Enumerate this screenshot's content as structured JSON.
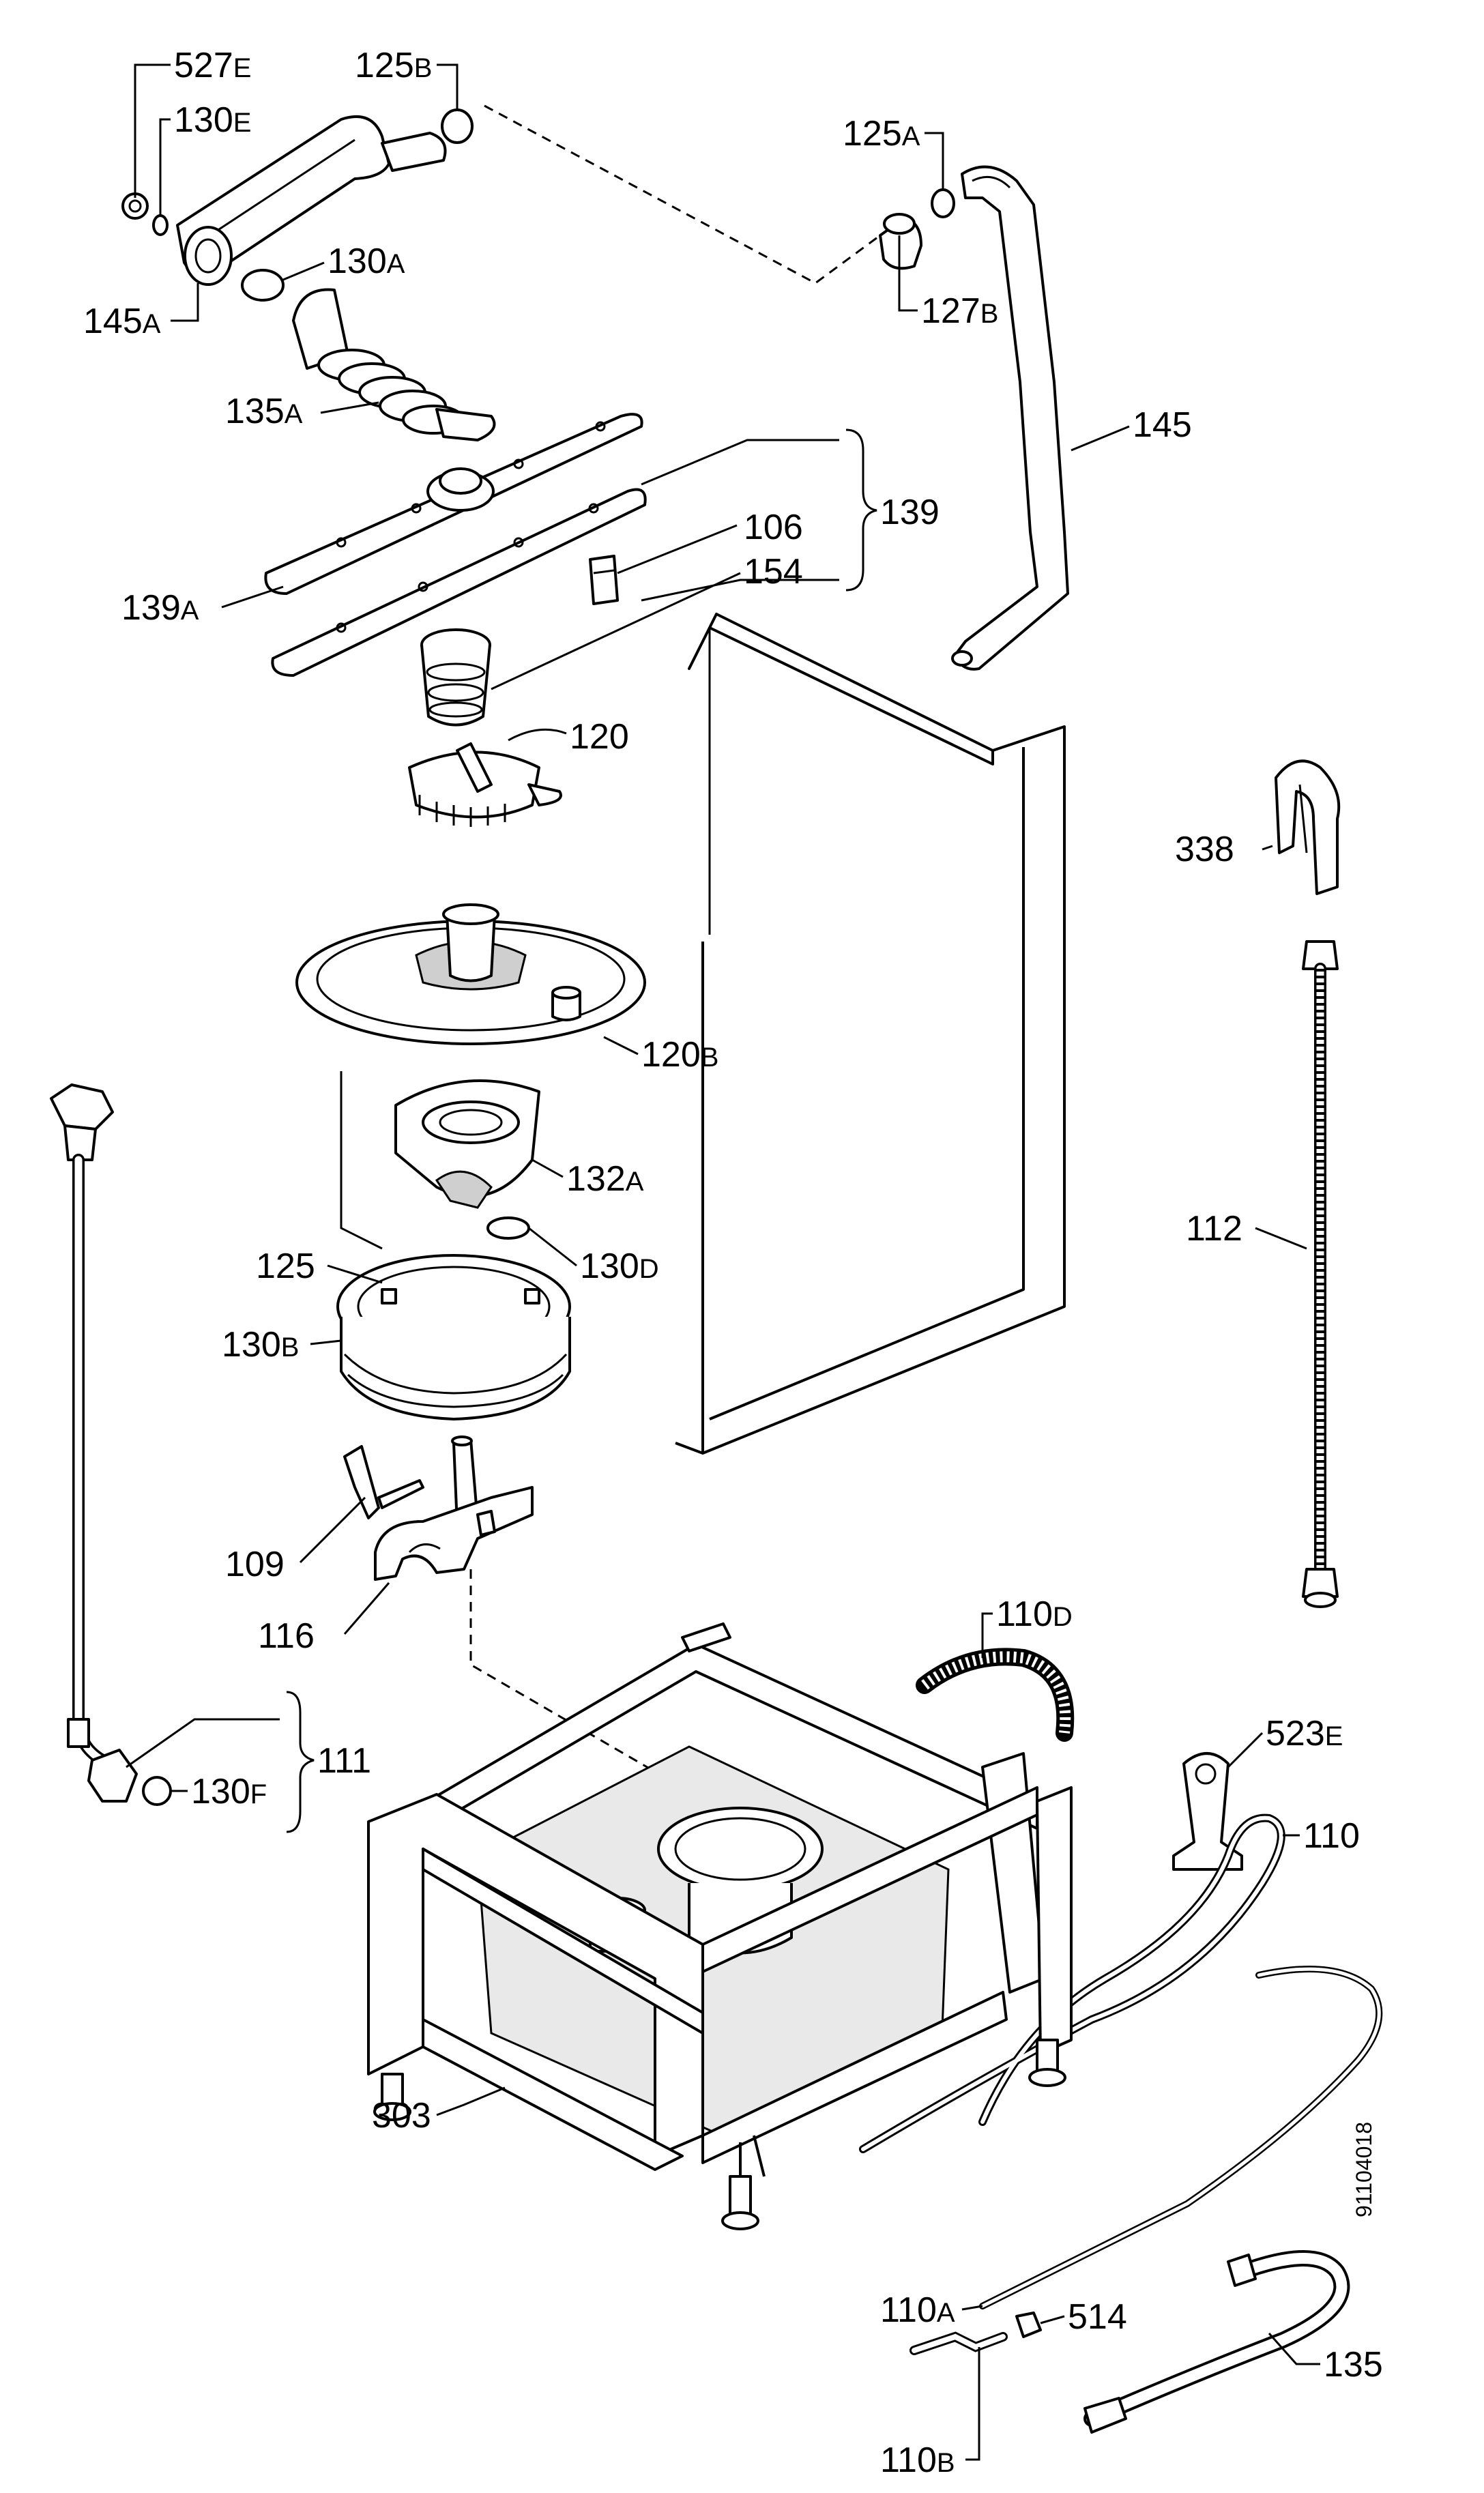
{
  "diagram_id": "91104018",
  "parts": [
    {
      "key": "527E",
      "num": "527",
      "suf": "E"
    },
    {
      "key": "125B",
      "num": "125",
      "suf": "B"
    },
    {
      "key": "130E",
      "num": "130",
      "suf": "E"
    },
    {
      "key": "130A",
      "num": "130",
      "suf": "A"
    },
    {
      "key": "145A",
      "num": "145",
      "suf": "A"
    },
    {
      "key": "135A",
      "num": "135",
      "suf": "A"
    },
    {
      "key": "125A",
      "num": "125",
      "suf": "A"
    },
    {
      "key": "127B",
      "num": "127",
      "suf": "B"
    },
    {
      "key": "145",
      "num": "145",
      "suf": ""
    },
    {
      "key": "139",
      "num": "139",
      "suf": ""
    },
    {
      "key": "106",
      "num": "106",
      "suf": ""
    },
    {
      "key": "154",
      "num": "154",
      "suf": ""
    },
    {
      "key": "139A",
      "num": "139",
      "suf": "A"
    },
    {
      "key": "120",
      "num": "120",
      "suf": ""
    },
    {
      "key": "338",
      "num": "338",
      "suf": ""
    },
    {
      "key": "120B",
      "num": "120",
      "suf": "B"
    },
    {
      "key": "132A",
      "num": "132",
      "suf": "A"
    },
    {
      "key": "112",
      "num": "112",
      "suf": ""
    },
    {
      "key": "130D",
      "num": "130",
      "suf": "D"
    },
    {
      "key": "125",
      "num": "125",
      "suf": ""
    },
    {
      "key": "130B",
      "num": "130",
      "suf": "B"
    },
    {
      "key": "109",
      "num": "109",
      "suf": ""
    },
    {
      "key": "116",
      "num": "116",
      "suf": ""
    },
    {
      "key": "110D",
      "num": "110",
      "suf": "D"
    },
    {
      "key": "111",
      "num": "111",
      "suf": ""
    },
    {
      "key": "130F",
      "num": "130",
      "suf": "F"
    },
    {
      "key": "523E",
      "num": "523",
      "suf": "E"
    },
    {
      "key": "110",
      "num": "110",
      "suf": ""
    },
    {
      "key": "303",
      "num": "303",
      "suf": ""
    },
    {
      "key": "110A",
      "num": "110",
      "suf": "A"
    },
    {
      "key": "514",
      "num": "514",
      "suf": ""
    },
    {
      "key": "135",
      "num": "135",
      "suf": ""
    },
    {
      "key": "110B",
      "num": "110",
      "suf": "B"
    }
  ]
}
